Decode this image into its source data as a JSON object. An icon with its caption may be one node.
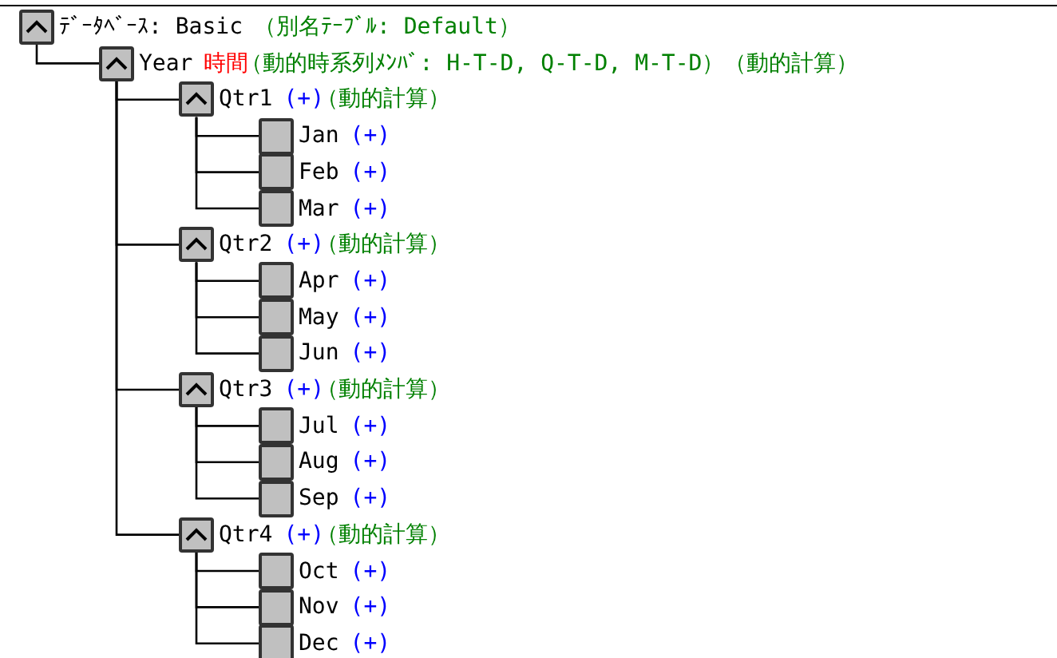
{
  "diagram": {
    "nodes": [
      {
        "text": [
          "ﾃﾞｰﾀﾍﾞｰｽ: Basic",
          "（別名ﾃｰﾌﾞﾙ: Default）"
        ]
      },
      {
        "text": [
          "Year",
          "時間",
          "（動的時系列ﾒﾝﾊﾞ: H-T-D, Q-T-D, M-T-D）（動的計算）"
        ]
      },
      {
        "text": [
          "Qtr1",
          "(+)",
          "（動的計算）"
        ]
      },
      {
        "text": [
          "Jan",
          "(+)"
        ]
      },
      {
        "text": [
          "Feb",
          "(+)"
        ]
      },
      {
        "text": [
          "Mar",
          "(+)"
        ]
      },
      {
        "text": [
          "Qtr2",
          "(+)",
          "（動的計算）"
        ]
      },
      {
        "text": [
          "Apr",
          "(+)"
        ]
      },
      {
        "text": [
          "May",
          "(+)"
        ]
      },
      {
        "text": [
          "Jun",
          "(+)"
        ]
      },
      {
        "text": [
          "Qtr3",
          "(+)",
          "（動的計算）"
        ]
      },
      {
        "text": [
          "Jul",
          "(+)"
        ]
      },
      {
        "text": [
          "Aug",
          "(+)"
        ]
      },
      {
        "text": [
          "Sep",
          "(+)"
        ]
      },
      {
        "text": [
          "Qtr4",
          "(+)",
          "（動的計算）"
        ]
      },
      {
        "text": [
          "Oct",
          "(+)"
        ]
      },
      {
        "text": [
          "Nov",
          "(+)"
        ]
      },
      {
        "text": [
          "Dec",
          "(+)"
        ]
      }
    ],
    "edges": [
      {
        "from": 0,
        "to": 1,
        "arrow": "none"
      },
      {
        "from": 1,
        "to": 2,
        "arrow": "none"
      },
      {
        "from": 2,
        "to": 3,
        "arrow": "none"
      },
      {
        "from": 2,
        "to": 4,
        "arrow": "none"
      },
      {
        "from": 2,
        "to": 5,
        "arrow": "none"
      },
      {
        "from": 1,
        "to": 6,
        "arrow": "none"
      },
      {
        "from": 6,
        "to": 7,
        "arrow": "none"
      },
      {
        "from": 6,
        "to": 8,
        "arrow": "none"
      },
      {
        "from": 6,
        "to": 9,
        "arrow": "none"
      },
      {
        "from": 1,
        "to": 10,
        "arrow": "none"
      },
      {
        "from": 10,
        "to": 11,
        "arrow": "none"
      },
      {
        "from": 10,
        "to": 12,
        "arrow": "none"
      },
      {
        "from": 10,
        "to": 13,
        "arrow": "none"
      },
      {
        "from": 1,
        "to": 14,
        "arrow": "none"
      },
      {
        "from": 14,
        "to": 15,
        "arrow": "none"
      },
      {
        "from": 14,
        "to": 16,
        "arrow": "none"
      },
      {
        "from": 14,
        "to": 17,
        "arrow": "none"
      }
    ]
  }
}
